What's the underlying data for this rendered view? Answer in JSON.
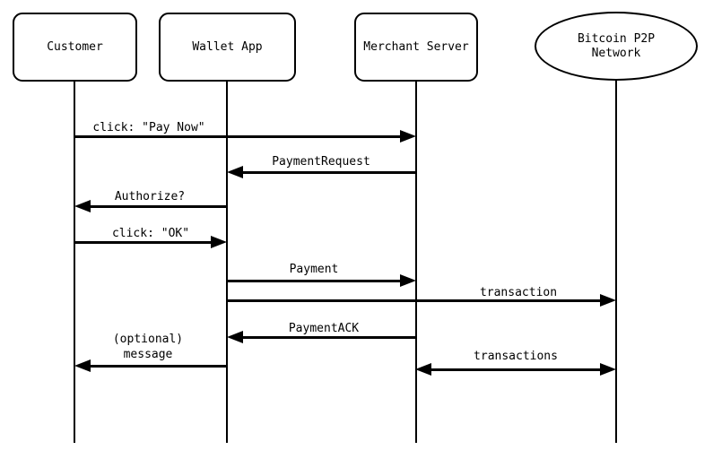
{
  "diagram": {
    "type": "sequence-diagram",
    "colors": {
      "line": "#000000",
      "background": "#ffffff"
    },
    "actors": [
      {
        "name": "Customer",
        "shape": "rounded-rect"
      },
      {
        "name": "Wallet App",
        "shape": "rounded-rect"
      },
      {
        "name": "Merchant Server",
        "shape": "rounded-rect"
      },
      {
        "name": "Bitcoin P2P\nNetwork",
        "shape": "ellipse"
      }
    ],
    "messages": [
      {
        "label": "click: \"Pay Now\"",
        "from": "Customer",
        "to": "Merchant Server",
        "arrow": "right"
      },
      {
        "label": "PaymentRequest",
        "from": "Merchant Server",
        "to": "Wallet App",
        "arrow": "left"
      },
      {
        "label": "Authorize?",
        "from": "Wallet App",
        "to": "Customer",
        "arrow": "left"
      },
      {
        "label": "click: \"OK\"",
        "from": "Customer",
        "to": "Wallet App",
        "arrow": "right"
      },
      {
        "label": "Payment",
        "from": "Wallet App",
        "to": "Merchant Server",
        "arrow": "right"
      },
      {
        "label": "transaction",
        "from": "Wallet App",
        "to": "Bitcoin P2P Network",
        "arrow": "right"
      },
      {
        "label": "PaymentACK",
        "from": "Merchant Server",
        "to": "Wallet App",
        "arrow": "left"
      },
      {
        "label": "(optional)\nmessage",
        "from": "Wallet App",
        "to": "Customer",
        "arrow": "left"
      },
      {
        "label": "transactions",
        "from": "Merchant Server",
        "to": "Bitcoin P2P Network",
        "arrow": "both"
      }
    ]
  }
}
